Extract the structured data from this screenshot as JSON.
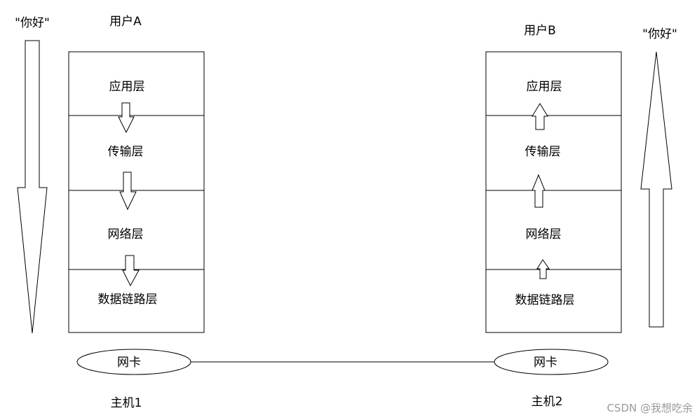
{
  "message": {
    "left": "\"你好\"",
    "right": "\"你好\""
  },
  "user_a": {
    "title": "用户A",
    "layers": [
      "应用层",
      "传输层",
      "网络层",
      "数据链路层"
    ],
    "nic": "网卡",
    "host": "主机1"
  },
  "user_b": {
    "title": "用户B",
    "layers": [
      "应用层",
      "传输层",
      "网络层",
      "数据链路层"
    ],
    "nic": "网卡",
    "host": "主机2"
  },
  "watermark": "CSDN @我想吃余",
  "colors": {
    "stroke": "#000000",
    "fill": "#ffffff",
    "watermark": "#9a9a9a"
  },
  "icons": {
    "message_left": "big-down-arrow-icon",
    "message_right": "big-up-arrow-icon",
    "stack_a_flow": "down-arrow-icon",
    "stack_b_flow": "up-arrow-icon"
  }
}
